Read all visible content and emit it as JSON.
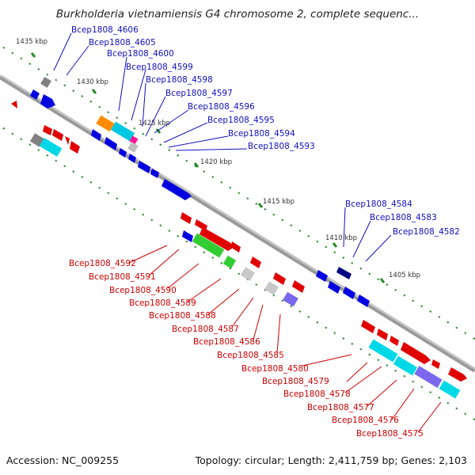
{
  "title": "Burkholderia vietnamiensis G4 chromosome 2, complete sequenc...",
  "footer": {
    "accession": "Accession: NC_009255",
    "summary": "Topology: circular; Length: 2,411,759 bp; Genes: 2,103"
  },
  "kbp_labels": [
    "1435 kbp",
    "1430 kbp",
    "1425 kbp",
    "1420 kbp",
    "1415 kbp",
    "1410 kbp",
    "1405 kbp"
  ],
  "blue_gene_labels": [
    "Bcep1808_4606",
    "Bcep1808_4605",
    "Bcep1808_4600",
    "Bcep1808_4599",
    "Bcep1808_4598",
    "Bcep1808_4597",
    "Bcep1808_4596",
    "Bcep1808_4595",
    "Bcep1808_4594",
    "Bcep1808_4593",
    "Bcep1808_4584",
    "Bcep1808_4583",
    "Bcep1808_4582"
  ],
  "red_gene_labels": [
    "Bcep1808_4592",
    "Bcep1808_4591",
    "Bcep1808_4590",
    "Bcep1808_4589",
    "Bcep1808_4588",
    "Bcep1808_4587",
    "Bcep1808_4586",
    "Bcep1808_4585",
    "Bcep1808_4580",
    "Bcep1808_4579",
    "Bcep1808_4578",
    "Bcep1808_4577",
    "Bcep1808_4576",
    "Bcep1808_4575"
  ],
  "colors": {
    "blue_label": "#1010c0",
    "red_label": "#cc0000",
    "backbone": "#8a8a8a",
    "tick": "#228b22"
  }
}
